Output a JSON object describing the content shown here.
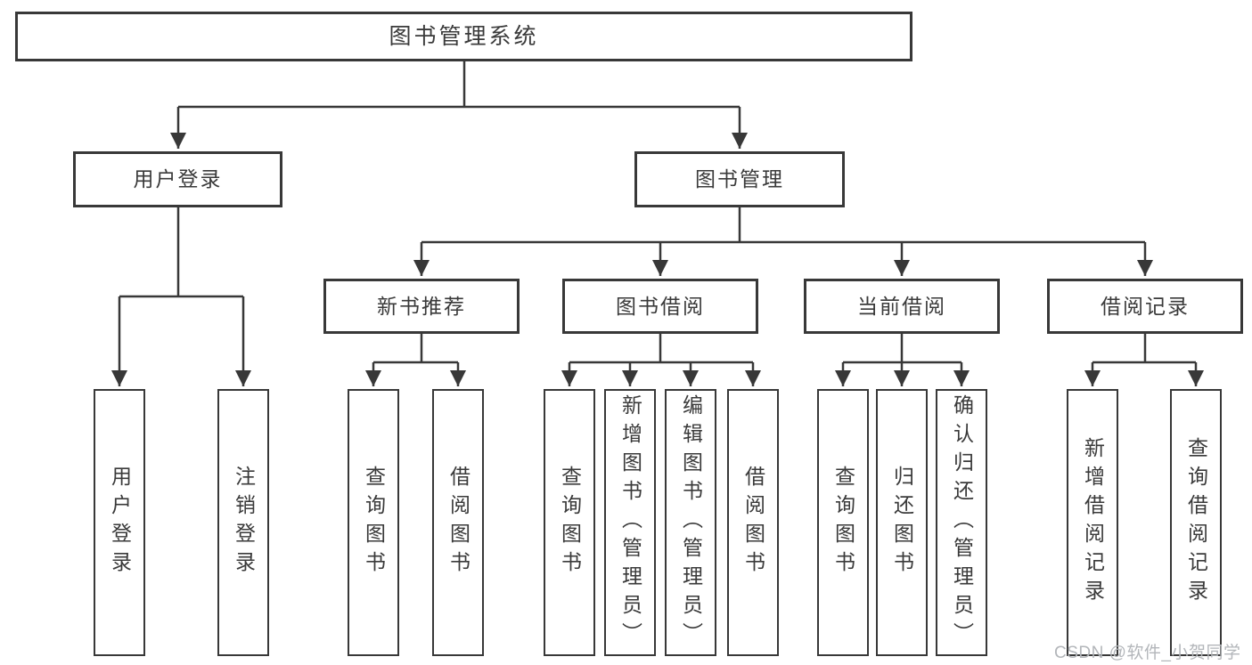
{
  "tree": {
    "label": "图书管理系统",
    "children": [
      {
        "label": "用户登录",
        "children": [
          {
            "label": "用户登录"
          },
          {
            "label": "注销登录"
          }
        ]
      },
      {
        "label": "图书管理",
        "children": [
          {
            "label": "新书推荐",
            "children": [
              {
                "label": "查询图书"
              },
              {
                "label": "借阅图书"
              }
            ]
          },
          {
            "label": "图书借阅",
            "children": [
              {
                "label": "查询图书"
              },
              {
                "label": "新增图书（管理员）"
              },
              {
                "label": "编辑图书（管理员）"
              },
              {
                "label": "借阅图书"
              }
            ]
          },
          {
            "label": "当前借阅",
            "children": [
              {
                "label": "查询图书"
              },
              {
                "label": "归还图书"
              },
              {
                "label": "确认归还（管理员）"
              }
            ]
          },
          {
            "label": "借阅记录",
            "children": [
              {
                "label": "新增借阅记录"
              },
              {
                "label": "查询借阅记录"
              }
            ]
          }
        ]
      }
    ]
  },
  "watermark": {
    "text": "CSDN @软件_小贺同学"
  },
  "colors": {
    "line": "#383838",
    "text": "#3a3a3a",
    "box_fill": "#ffffff",
    "background": "#ffffff",
    "watermark": "#b3b6ba"
  }
}
